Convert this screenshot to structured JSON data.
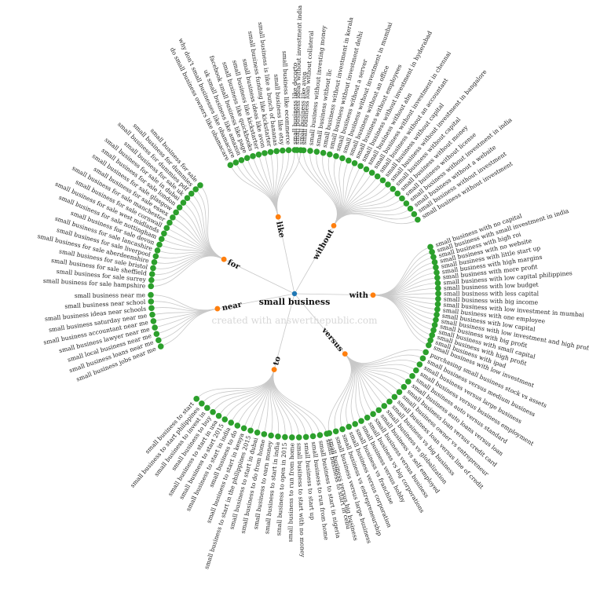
{
  "root": "small business",
  "watermark": "created with answerthepublic.com",
  "colors": {
    "root": "#1f77b4",
    "branch": "#ff7f0e",
    "leaf": "#2ca02c",
    "link": "#c8c8c8"
  },
  "branches": [
    {
      "label": "without",
      "leaves": [
        "small business ideas without investment india",
        "small business loan without collateral",
        "small business without investing money",
        "small business without llc",
        "small business without investment in kerala",
        "small business without investment delhi",
        "small business without a server",
        "small business without investment in mumbai",
        "small business without an office",
        "small business without employees",
        "small business without investment in hyderabad",
        "small business without abn",
        "small business without investment in chennai",
        "small business without an accountant",
        "small business without capital",
        "small business without investment in bangalore",
        "small business without capital",
        "small business without money",
        "small business without license",
        "small business without investment in india",
        "small business without a website",
        "small business without investment",
        "small business without investment"
      ]
    },
    {
      "label": "with",
      "leaves": [
        "small business with no capital",
        "small business with small investment in india",
        "small business with high roi",
        "small business with no website",
        "small business with little start up",
        "small business with high margins",
        "small business with more profit",
        "small business with low capital philippines",
        "small business with low budget",
        "small business with less capital",
        "small business with big income",
        "small business with low investment in mumbai",
        "small business with one employee",
        "small business with low capital",
        "small business with low investment and high profit in india",
        "small business with big profit",
        "small business with small capital",
        "small business with high profit",
        "small business with ipad",
        "small business with low investment"
      ]
    },
    {
      "label": "versus",
      "leaves": [
        "purchasing small business stock vs assets",
        "small business versus medium business",
        "small business versus large business",
        "small business versus business employment",
        "small business auto versus standard",
        "small business auto loans versus loan",
        "small business loan versus credit card",
        "small business owner vs entrepreneur",
        "small business loan versus line of credit",
        "small business vs big business",
        "small business vs globalization",
        "small business vs self employed",
        "small business versus business",
        "small business vs big corporations",
        "small business versus hobby",
        "small business vs franchise",
        "small business versus corporation",
        "small business vs entrepreneurship",
        "small business versus large business",
        "small business versus big business"
      ]
    },
    {
      "label": "to",
      "leaves": [
        "small business to start in cebu",
        "small business to start in nigeria",
        "small business to run from home",
        "small business to start up",
        "small business to start with no money",
        "small business to run from home",
        "small business to open in 2015",
        "small business to start in india",
        "small business to earn money",
        "small business to do from home",
        "small business to start in dubai",
        "small business to start in the philippines 2015",
        "small business to start in kenya",
        "small business to do",
        "small business to start in india",
        "small business to start 2015",
        "small business to start in usa",
        "small business to buy",
        "small business to invest in",
        "small business to start philippines",
        "small business to start"
      ]
    },
    {
      "label": "near",
      "leaves": [
        "small business jobs near me",
        "small business loans near me",
        "small local business near me",
        "small business lawyer near me",
        "small business accountant near me",
        "small business saturday near me",
        "small business ideas near schools",
        "small business near school",
        "small business near me"
      ]
    },
    {
      "label": "for",
      "leaves": [
        "small business for sale hampshire",
        "small business for sale surrey",
        "small business for sale sheffield",
        "small business for sale bristol",
        "small business for sale aberdeenshire",
        "small business for sale liverpool",
        "small business for sale lancashire",
        "small business for sale devon",
        "small business for sale nottingham",
        "small business for sale west midlands",
        "small business for sale cornwall",
        "small business for sale manchester",
        "small business for sale essex",
        "small business for sale glasgow",
        "small business for sale london",
        "small business for sale in dubai",
        "small business for sale uk",
        "small business for dummies pdf",
        "small business for dummies",
        "small business for sale"
      ]
    },
    {
      "label": "like",
      "leaves": [
        "do small business owners like obamacare",
        "why don't small businesses like obamacare",
        "uk small business like amazon",
        "facebook small business like page",
        "small business like quickbooks",
        "small business like kickstarter",
        "small business ideas like avon",
        "small business funding like kickstarter",
        "small business is like a bunch of bananas",
        "small business like etsy",
        "small business like ecommerce",
        "small business like decorto",
        "small business like avon"
      ]
    }
  ]
}
